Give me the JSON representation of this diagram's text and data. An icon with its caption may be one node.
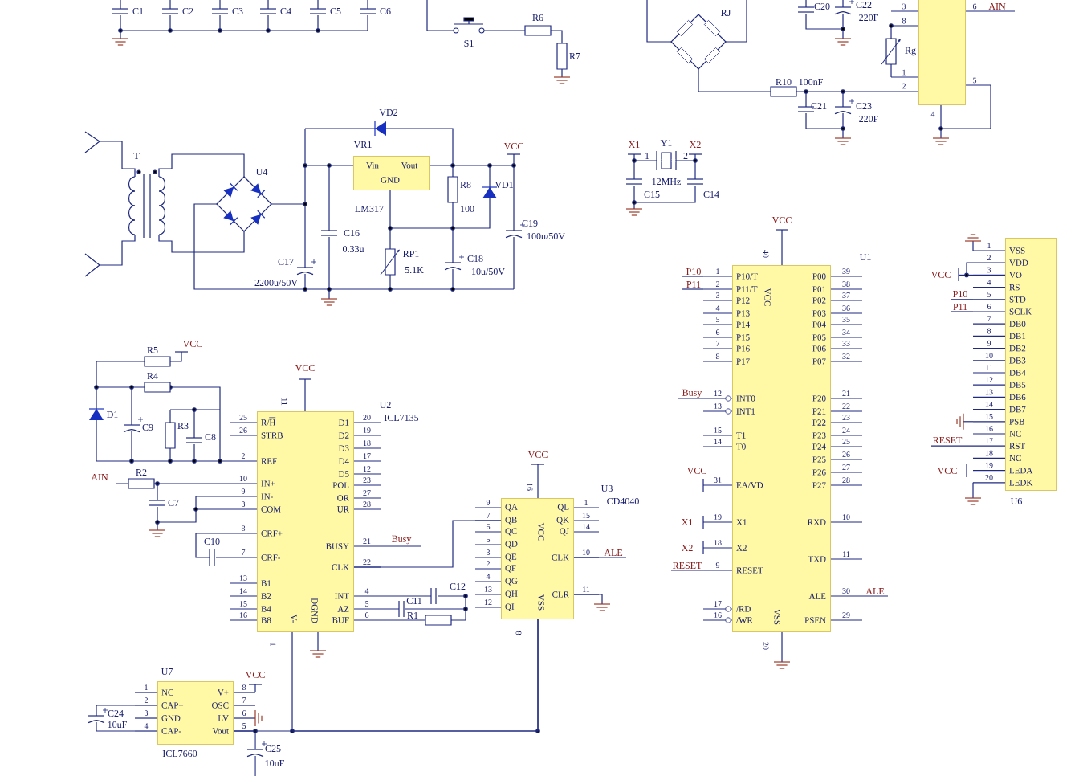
{
  "diagram": {
    "nodes": [
      {
        "text": [
          "Vin",
          "Vout",
          "GND"
        ],
        "beside": [
          "VR1",
          "LM317"
        ]
      },
      {
        "text": [],
        "shape": "box",
        "beside": [
          "3",
          "8",
          "1",
          "2",
          "6",
          "5",
          "4"
        ]
      },
      {
        "text": [
          "R/H",
          "STRB",
          "REF",
          "IN+",
          "IN-",
          "COM",
          "CRF+",
          "CRF-",
          "B1",
          "B2",
          "B4",
          "B8",
          "D1",
          "D2",
          "D3",
          "D4",
          "D5",
          "POL",
          "OR",
          "UR",
          "BUSY",
          "CLK",
          "INT",
          "AZ",
          "BUF",
          "V-",
          "DGND"
        ],
        "beside": [
          "U2",
          "ICL7135",
          "25",
          "26",
          "2",
          "10",
          "9",
          "3",
          "8",
          "7",
          "13",
          "14",
          "15",
          "16",
          "20",
          "19",
          "18",
          "17",
          "12",
          "23",
          "27",
          "28",
          "21",
          "22",
          "4",
          "5",
          "6",
          "11",
          "1"
        ]
      },
      {
        "text": [
          "QA",
          "QB",
          "QC",
          "QD",
          "QE",
          "QF",
          "QG",
          "QH",
          "QI",
          "QL",
          "QK",
          "QJ",
          "CLK",
          "CLR",
          "VCC",
          "VSS"
        ],
        "beside": [
          "U3",
          "CD4040",
          "9",
          "7",
          "6",
          "5",
          "3",
          "2",
          "4",
          "13",
          "12",
          "1",
          "15",
          "14",
          "10",
          "11",
          "16",
          "8"
        ]
      },
      {
        "text": [
          "P10/T",
          "P11/T",
          "P12",
          "P13",
          "P14",
          "P15",
          "P16",
          "P17",
          "INT0",
          "INT1",
          "T1",
          "T0",
          "EA/VD",
          "X1",
          "X2",
          "RESET",
          "/RD",
          "/WR",
          "P00",
          "P01",
          "P02",
          "P03",
          "P04",
          "P05",
          "P06",
          "P07",
          "P20",
          "P21",
          "P22",
          "P23",
          "P24",
          "P25",
          "P26",
          "P27",
          "RXD",
          "TXD",
          "ALE",
          "PSEN",
          "VCC",
          "VSS"
        ],
        "beside": [
          "U1",
          "1",
          "2",
          "3",
          "4",
          "5",
          "6",
          "7",
          "8",
          "12",
          "13",
          "15",
          "14",
          "31",
          "19",
          "18",
          "9",
          "17",
          "16",
          "39",
          "38",
          "37",
          "36",
          "35",
          "34",
          "33",
          "32",
          "21",
          "22",
          "23",
          "24",
          "25",
          "26",
          "27",
          "28",
          "10",
          "11",
          "30",
          "29",
          "40",
          "20"
        ]
      },
      {
        "text": [
          "VSS",
          "VDD",
          "VO",
          "RS",
          "STD",
          "SCLK",
          "DB0",
          "DB1",
          "DB2",
          "DB3",
          "DB4",
          "DB5",
          "DB6",
          "DB7",
          "PSB",
          "NC",
          "RST",
          "NC",
          "LEDA",
          "LEDK"
        ],
        "beside": [
          "U6",
          "1",
          "2",
          "3",
          "4",
          "5",
          "6",
          "7",
          "8",
          "9",
          "10",
          "11",
          "12",
          "13",
          "14",
          "15",
          "16",
          "17",
          "18",
          "19",
          "20"
        ]
      },
      {
        "text": [
          "NC",
          "CAP+",
          "GND",
          "CAP-",
          "V+",
          "OSC",
          "LV",
          "Vout"
        ],
        "beside": [
          "U7",
          "ICL7660",
          "1",
          "2",
          "3",
          "4",
          "8",
          "7",
          "6",
          "5"
        ]
      }
    ],
    "edges": [
      {
        "from": 2,
        "to": 3,
        "arrow": "none"
      },
      {
        "from": 6,
        "to": 3,
        "arrow": "none"
      },
      {
        "from": 2,
        "to": 3,
        "arrow": "none"
      }
    ],
    "labels": [
      "C1",
      "C2",
      "C3",
      "C4",
      "C5",
      "C6",
      "S1",
      "R6",
      "R7",
      "RJ",
      "C20",
      "C22",
      "220F",
      "AIN",
      "Rg",
      "R10",
      "100nF",
      "C21",
      "C23",
      "220F",
      "VD2",
      "T",
      "U4",
      "VCC",
      "R8",
      "VD1",
      "100",
      "C19",
      "100u/50V",
      "C16",
      "0.33u",
      "RP1",
      "5.1K",
      "C18",
      "10u/50V",
      "C17",
      "2200u/50V",
      "X1",
      "X2",
      "1",
      "Y1",
      "2",
      "12MHz",
      "C15",
      "C14",
      "VCC",
      "P10",
      "P11",
      "VCC",
      "P10",
      "P11",
      "R5",
      "VCC",
      "R4",
      "VCC",
      "D1",
      "C9",
      "R3",
      "C8",
      "Busy",
      "RESET",
      "VCC",
      "AIN",
      "R2",
      "VCC",
      "VCC",
      "C7",
      "C10",
      "Busy",
      "X1",
      "ALE",
      "X2",
      "RESET",
      "C12",
      "ALE",
      "C11",
      "R1",
      "VCC",
      "C24",
      "10uF",
      "C25",
      "10uF"
    ]
  }
}
